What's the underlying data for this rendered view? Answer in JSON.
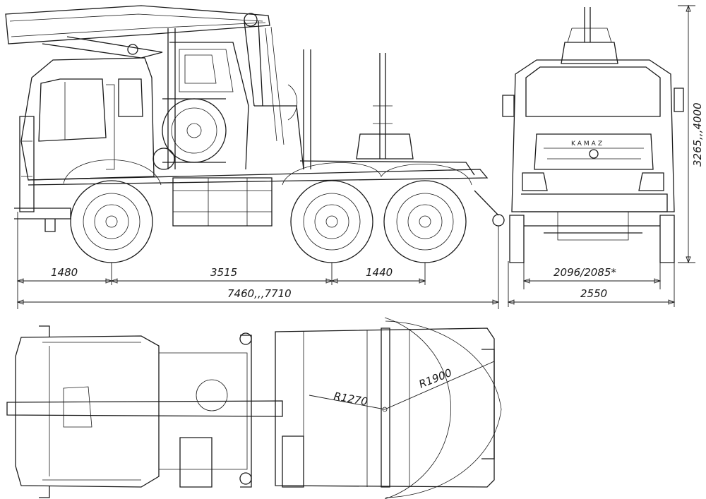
{
  "side_view": {
    "dimensions": {
      "front_overhang": "1480",
      "wheelbase_1": "3515",
      "wheelbase_2": "1440",
      "overall_length": "7460,,,7710"
    }
  },
  "front_view": {
    "grille_brand": "KAMAZ",
    "dimensions": {
      "track": "2096/2085*",
      "overall_width": "2550",
      "overall_height": "3265,,,4000"
    }
  },
  "top_view": {
    "dimensions": {
      "inner_radius": "R1270",
      "outer_radius": "R1900"
    }
  }
}
